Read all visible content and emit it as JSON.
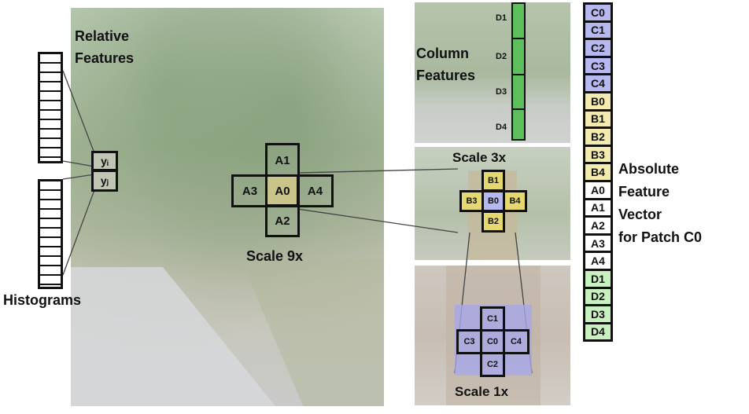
{
  "labels": {
    "relative_features": [
      "Relative",
      "Features"
    ],
    "histograms": "Histograms",
    "scale_9x": "Scale 9x",
    "scale_3x": "Scale 3x",
    "scale_1x": "Scale 1x",
    "column_features": [
      "Column",
      "Features"
    ],
    "absolute": [
      "Absolute",
      "Feature",
      "Vector",
      "for Patch C0"
    ]
  },
  "hist_labels": [
    "yᵢ",
    "yⱼ"
  ],
  "patch_a": {
    "top": "A1",
    "left": "A3",
    "center": "A0",
    "right": "A4",
    "bottom": "A2"
  },
  "patch_b": {
    "top": "B1",
    "left": "B3",
    "center": "B0",
    "right": "B4",
    "bottom": "B2"
  },
  "patch_c": {
    "top": "C1",
    "left": "C3",
    "center": "C0",
    "right": "C4",
    "bottom": "C2"
  },
  "column_labels": [
    "D1",
    "D2",
    "D3",
    "D4"
  ],
  "vector": [
    {
      "label": "C0",
      "color": "#b8b8f0"
    },
    {
      "label": "C1",
      "color": "#b8b8f0"
    },
    {
      "label": "C2",
      "color": "#b8b8f0"
    },
    {
      "label": "C3",
      "color": "#b8b8f0"
    },
    {
      "label": "C4",
      "color": "#b8b8f0"
    },
    {
      "label": "B0",
      "color": "#f3eab0"
    },
    {
      "label": "B1",
      "color": "#f3eab0"
    },
    {
      "label": "B2",
      "color": "#f3eab0"
    },
    {
      "label": "B3",
      "color": "#f3eab0"
    },
    {
      "label": "B4",
      "color": "#f3eab0"
    },
    {
      "label": "A0",
      "color": "#ffffff"
    },
    {
      "label": "A1",
      "color": "#ffffff"
    },
    {
      "label": "A2",
      "color": "#ffffff"
    },
    {
      "label": "A3",
      "color": "#ffffff"
    },
    {
      "label": "A4",
      "color": "#ffffff"
    },
    {
      "label": "D1",
      "color": "#c8f0c0"
    },
    {
      "label": "D2",
      "color": "#c8f0c0"
    },
    {
      "label": "D3",
      "color": "#c8f0c0"
    },
    {
      "label": "D4",
      "color": "#c8f0c0"
    }
  ],
  "colors": {
    "a0_fill": "#c9c48a",
    "b_fill": "#e6d870",
    "b0_fill": "#b8b8f0",
    "c_fill": "#a8a8e8",
    "column_green": "#5cbf5c"
  }
}
